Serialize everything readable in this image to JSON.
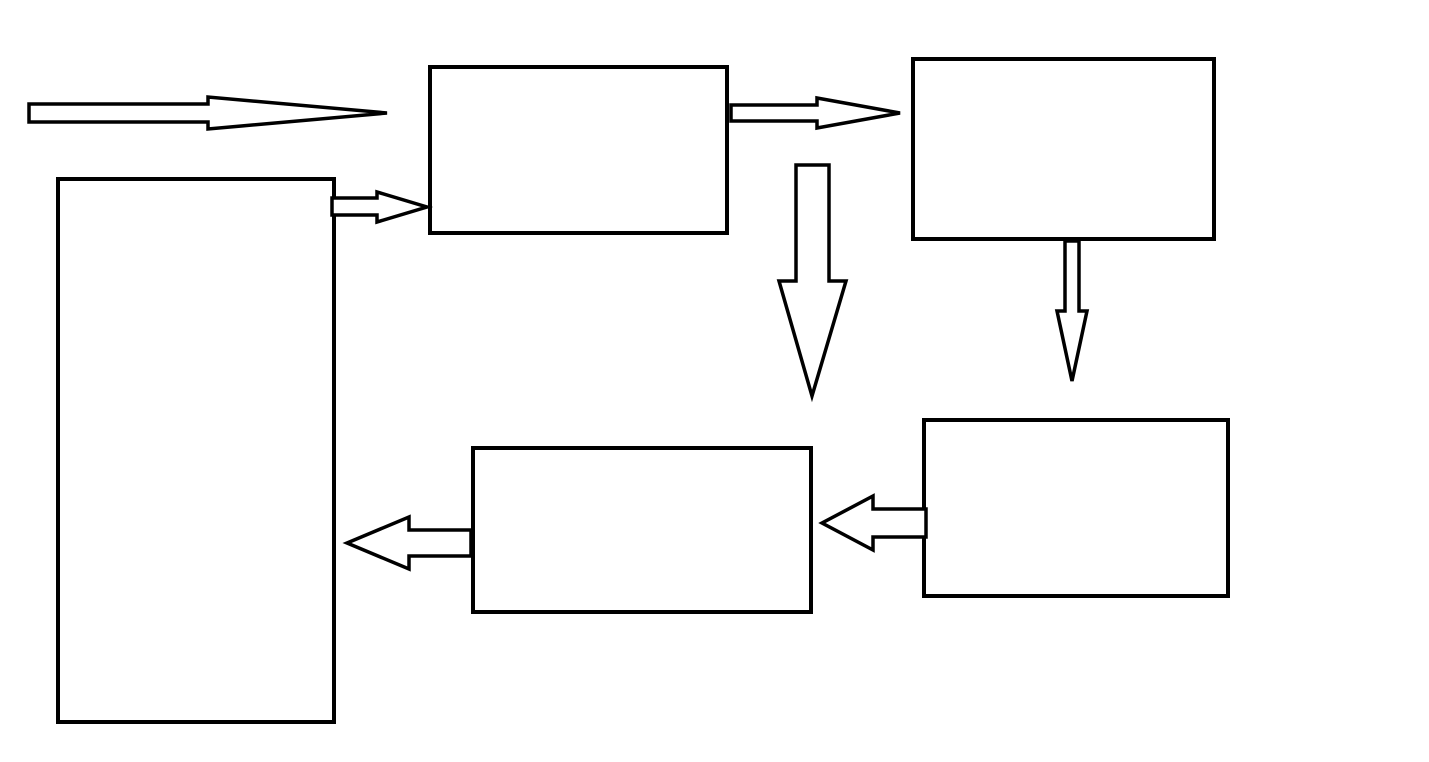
{
  "diagram": {
    "stroke_color": "#000000",
    "fill_color": "#ffffff",
    "boxes": [
      {
        "id": "tall-left-box",
        "label": ""
      },
      {
        "id": "top-middle-box",
        "label": ""
      },
      {
        "id": "top-right-box",
        "label": ""
      },
      {
        "id": "bottom-right-box",
        "label": ""
      },
      {
        "id": "bottom-middle-box",
        "label": ""
      }
    ],
    "arrows": [
      {
        "id": "input-arrow",
        "direction": "right"
      },
      {
        "id": "left-to-top-middle-arrow",
        "direction": "right"
      },
      {
        "id": "top-middle-to-top-right-arrow",
        "direction": "right"
      },
      {
        "id": "center-down-arrow",
        "direction": "down"
      },
      {
        "id": "top-right-to-bottom-right-arrow",
        "direction": "down"
      },
      {
        "id": "bottom-right-to-bottom-middle-arrow",
        "direction": "left"
      },
      {
        "id": "bottom-middle-to-left-arrow",
        "direction": "left"
      }
    ]
  }
}
